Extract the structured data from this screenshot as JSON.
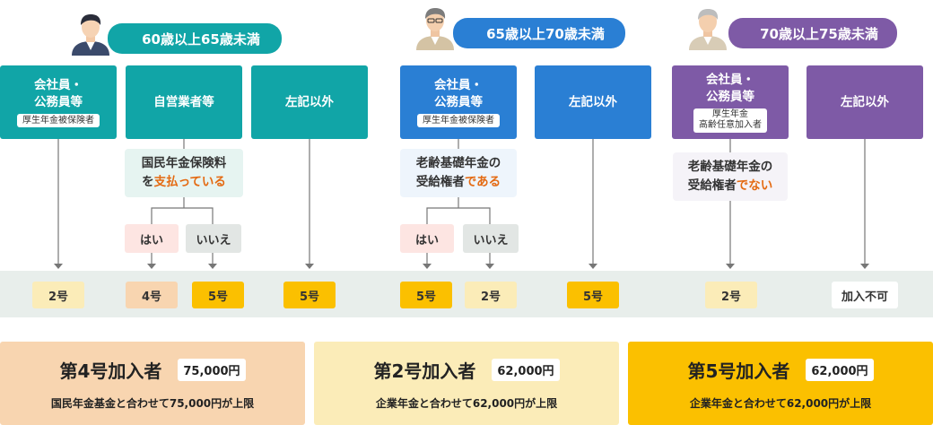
{
  "colors": {
    "teal": "#11a5a7",
    "blue": "#2a7fd4",
    "purple": "#7e5aa6",
    "band": "#e8eeeb",
    "orange_text": "#e46a12",
    "yellow_light": "#fbecb8",
    "peach": "#f8d5b0",
    "gold": "#fbc000",
    "pink_yes": "#fde5e2",
    "gray_no": "#e2e6e4",
    "question_bg": "#eef5fc"
  },
  "groups": [
    {
      "age_label": "60歳以上65歳未満"
    },
    {
      "age_label": "65歳以上70歳未満"
    },
    {
      "age_label": "70歳以上75歳未満"
    }
  ],
  "boxes": {
    "g1_employee": {
      "line1": "会社員・",
      "line2": "公務員等",
      "sub": "厚生年金被保険者"
    },
    "g1_self": {
      "label": "自営業者等"
    },
    "g1_other": {
      "label": "左記以外"
    },
    "g2_employee": {
      "line1": "会社員・",
      "line2": "公務員等",
      "sub": "厚生年金被保険者"
    },
    "g2_other": {
      "label": "左記以外"
    },
    "g3_employee": {
      "line1": "会社員・",
      "line2": "公務員等",
      "sub1": "厚生年金",
      "sub2": "高齢任意加入者"
    },
    "g3_other": {
      "label": "左記以外"
    }
  },
  "questions": {
    "q1": {
      "line1": "国民年金保険料",
      "line2_pre": "を",
      "line2_hl": "支払っている"
    },
    "q2": {
      "line1": "老齢基礎年金の",
      "line2_pre": "受給権者",
      "line2_hl": "である"
    },
    "q3": {
      "line1": "老齢基礎年金の",
      "line2_pre": "受給権者",
      "line2_hl": "でない"
    }
  },
  "answers": {
    "yes": "はい",
    "no": "いいえ"
  },
  "results": {
    "r1": "2号",
    "r2": "4号",
    "r3": "5号",
    "r4": "5号",
    "r5": "5号",
    "r6": "2号",
    "r7": "5号",
    "r8": "2号",
    "r9": "加入不可"
  },
  "cards": [
    {
      "title": "第4号加入者",
      "amount": "75,000円",
      "desc": "国民年金基金と合わせて75,000円が上限"
    },
    {
      "title": "第2号加入者",
      "amount": "62,000円",
      "desc": "企業年金と合わせて62,000円が上限"
    },
    {
      "title": "第5号加入者",
      "amount": "62,000円",
      "desc": "企業年金と合わせて62,000円が上限"
    }
  ]
}
